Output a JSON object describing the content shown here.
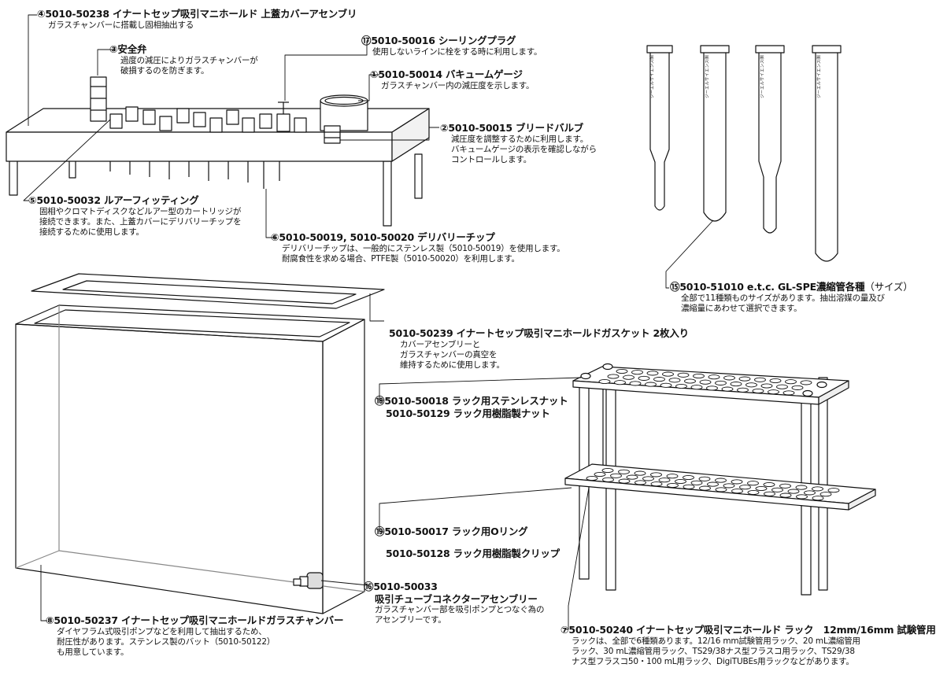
{
  "parts": {
    "p4": {
      "num": "④",
      "title": "5010-50238 イナートセップ吸引マニホールド 上蓋カバーアセンブリ",
      "desc": [
        "ガラスチャンバーに搭載し固相抽出する"
      ]
    },
    "p3": {
      "num": "③",
      "title": "安全弁",
      "desc": [
        "過度の減圧によりガラスチャンバーが",
        "破損するのを防ぎます。"
      ]
    },
    "p17": {
      "num": "⑰",
      "title": "5010-50016 シーリングプラグ",
      "desc": [
        "使用しないラインに栓をする時に利用します。"
      ]
    },
    "p1": {
      "num": "①",
      "title": "5010-50014 バキュームゲージ",
      "desc": [
        "ガラスチャンバー内の減圧度を示します。"
      ]
    },
    "p2": {
      "num": "②",
      "title": "5010-50015 ブリードバルブ",
      "desc": [
        "減圧度を調整するために利用します。",
        "バキュームゲージの表示を確認しながら",
        "コントロールします。"
      ]
    },
    "p5": {
      "num": "⑤",
      "title": "5010-50032 ルアーフィッティング",
      "desc": [
        "固相やクロマトディスクなどルアー型のカートリッジが",
        "接続できます。また、上蓋カバーにデリバリーチップを",
        "接続するために使用します。"
      ]
    },
    "p6": {
      "num": "⑥",
      "title": "5010-50019, 5010-50020 デリバリーチップ",
      "desc": [
        "デリバリーチップは、一般的にステンレス製（5010-50019）を使用します。",
        "耐腐食性を求める場合、PTFE製（5010-50020）を利用します。"
      ]
    },
    "p15": {
      "num": "⑮",
      "title": "5010-51010 e.t.c. GL-SPE濃縮管各種",
      "title_suffix": "（サイズ）",
      "desc": [
        "全部で11種類ものサイズがあります。抽出溶媒の量及び",
        "濃縮量にあわせて選択できます。"
      ]
    },
    "gasket": {
      "title": "5010-50239 イナートセップ吸引マニホールドガスケット 2枚入り",
      "desc": [
        "カバーアセンブリーと",
        "ガラスチャンバーの真空を",
        "維持するために使用します。"
      ]
    },
    "p18": {
      "num": "⑱",
      "title": "5010-50018 ラック用ステンレスナット",
      "title2": "5010-50129 ラック用樹脂製ナット"
    },
    "p19": {
      "num": "⑲",
      "title": "5010-50017 ラック用Oリング",
      "title2": "5010-50128 ラック用樹脂製クリップ"
    },
    "p16": {
      "num": "⑯",
      "title": "5010-50033",
      "title2": "吸引チューブコネクターアセンブリー",
      "desc": [
        "ガラスチャンバー部を吸引ポンプとつなぐ為の",
        "アセンブリーです。"
      ]
    },
    "p8": {
      "num": "⑧",
      "title": "5010-50237 イナートセップ吸引マニホールドガラスチャンバー",
      "desc": [
        "ダイヤフラム式吸引ポンプなどを利用して抽出するため、",
        "耐圧性があります。ステンレス製のバット（5010-50122）",
        "も用意しています。"
      ]
    },
    "p7": {
      "num": "⑦",
      "title": "5010-50240 イナートセップ吸引マニホールド ラック　12mm/16mm 試験管用",
      "desc": [
        "ラックは、全部で6種類あります。12/16 mm試験管用ラック、20 mL濃縮管用",
        "ラック、30 mL濃縮管用ラック、TS29/38ナス型フラスコ用ラック、TS29/38",
        "ナス型フラスコ50・100 mL用ラック、DigiTUBEs用ラックなどがあります。"
      ]
    }
  },
  "tube_print": "ジーエルサイエンス㈱",
  "colors": {
    "line": "#111111",
    "fill": "#ffffff",
    "shade": "#e6e6e6",
    "dark": "#555555"
  }
}
